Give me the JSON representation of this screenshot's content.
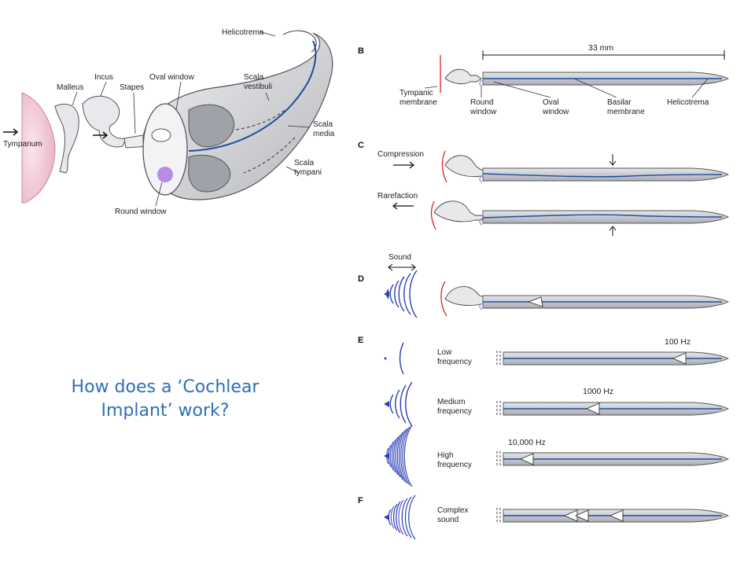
{
  "slide": {
    "question_line1": "How does a ‘Cochlear",
    "question_line2": "Implant’ work?"
  },
  "colors": {
    "question_text": "#2e6fb8",
    "basilar_membrane": "#1f4e9c",
    "sound_wave": "#2a3fb5",
    "round_window": "#b78be6",
    "tympanum": "#f2c6d6",
    "eardrum_line": "#e02020"
  },
  "figure_a": {
    "labels": {
      "helicotrema": "Helicotrema",
      "malleus": "Malleus",
      "incus": "Incus",
      "oval_window": "Oval window",
      "stapes": "Stapes",
      "scala_vestibuli_1": "Scala",
      "scala_vestibuli_2": "vestibuli",
      "scala_media_1": "Scala",
      "scala_media_2": "media",
      "scala_tympani_1": "Scala",
      "scala_tympani_2": "tympani",
      "tympanum": "Tympanum",
      "round_window": "Round window"
    }
  },
  "figure_b": {
    "panel": "B",
    "length": "33 mm",
    "labels": {
      "tympanic_1": "Tympanic",
      "tympanic_2": "membrane",
      "round_1": "Round",
      "round_2": "window",
      "oval_1": "Oval",
      "oval_2": "window",
      "basilar_1": "Basilar",
      "basilar_2": "membrane",
      "helicotrema": "Helicotrema"
    }
  },
  "figure_c": {
    "panel": "C",
    "compression": "Compression",
    "rarefaction": "Rarefaction"
  },
  "figure_d": {
    "panel": "D",
    "sound": "Sound"
  },
  "figure_e": {
    "panel": "E",
    "rows": [
      {
        "label_1": "Low",
        "label_2": "frequency",
        "hz": "100 Hz"
      },
      {
        "label_1": "Medium",
        "label_2": "frequency",
        "hz": "1000 Hz"
      },
      {
        "label_1": "High",
        "label_2": "frequency",
        "hz": "10,000 Hz"
      }
    ]
  },
  "figure_f": {
    "panel": "F",
    "label_1": "Complex",
    "label_2": "sound"
  }
}
